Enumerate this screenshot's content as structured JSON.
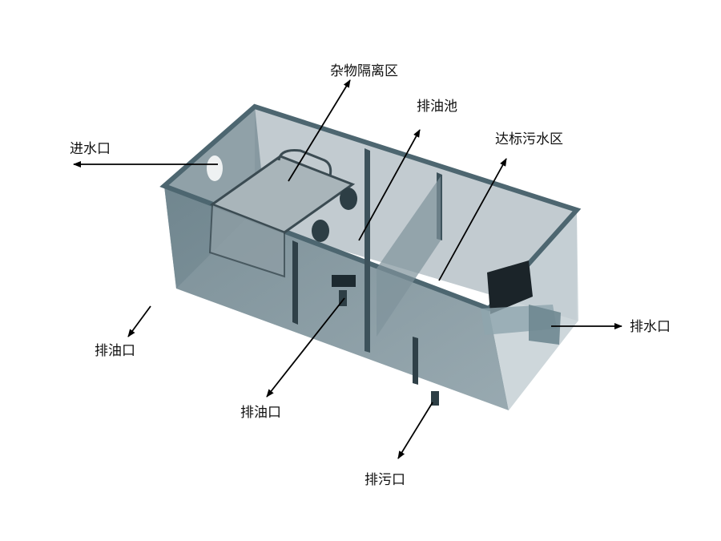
{
  "labels": {
    "debris_zone": "杂物隔离区",
    "oil_pool": "排油池",
    "clean_water_zone": "达标污水区",
    "water_inlet": "进水口",
    "oil_outlet_left": "排油口",
    "oil_outlet_middle": "排油口",
    "sludge_outlet": "排污口",
    "water_outlet": "排水口"
  },
  "colors": {
    "tank_body": "#5f7680",
    "tank_edge": "#4d6670",
    "arrow": "#000000"
  }
}
